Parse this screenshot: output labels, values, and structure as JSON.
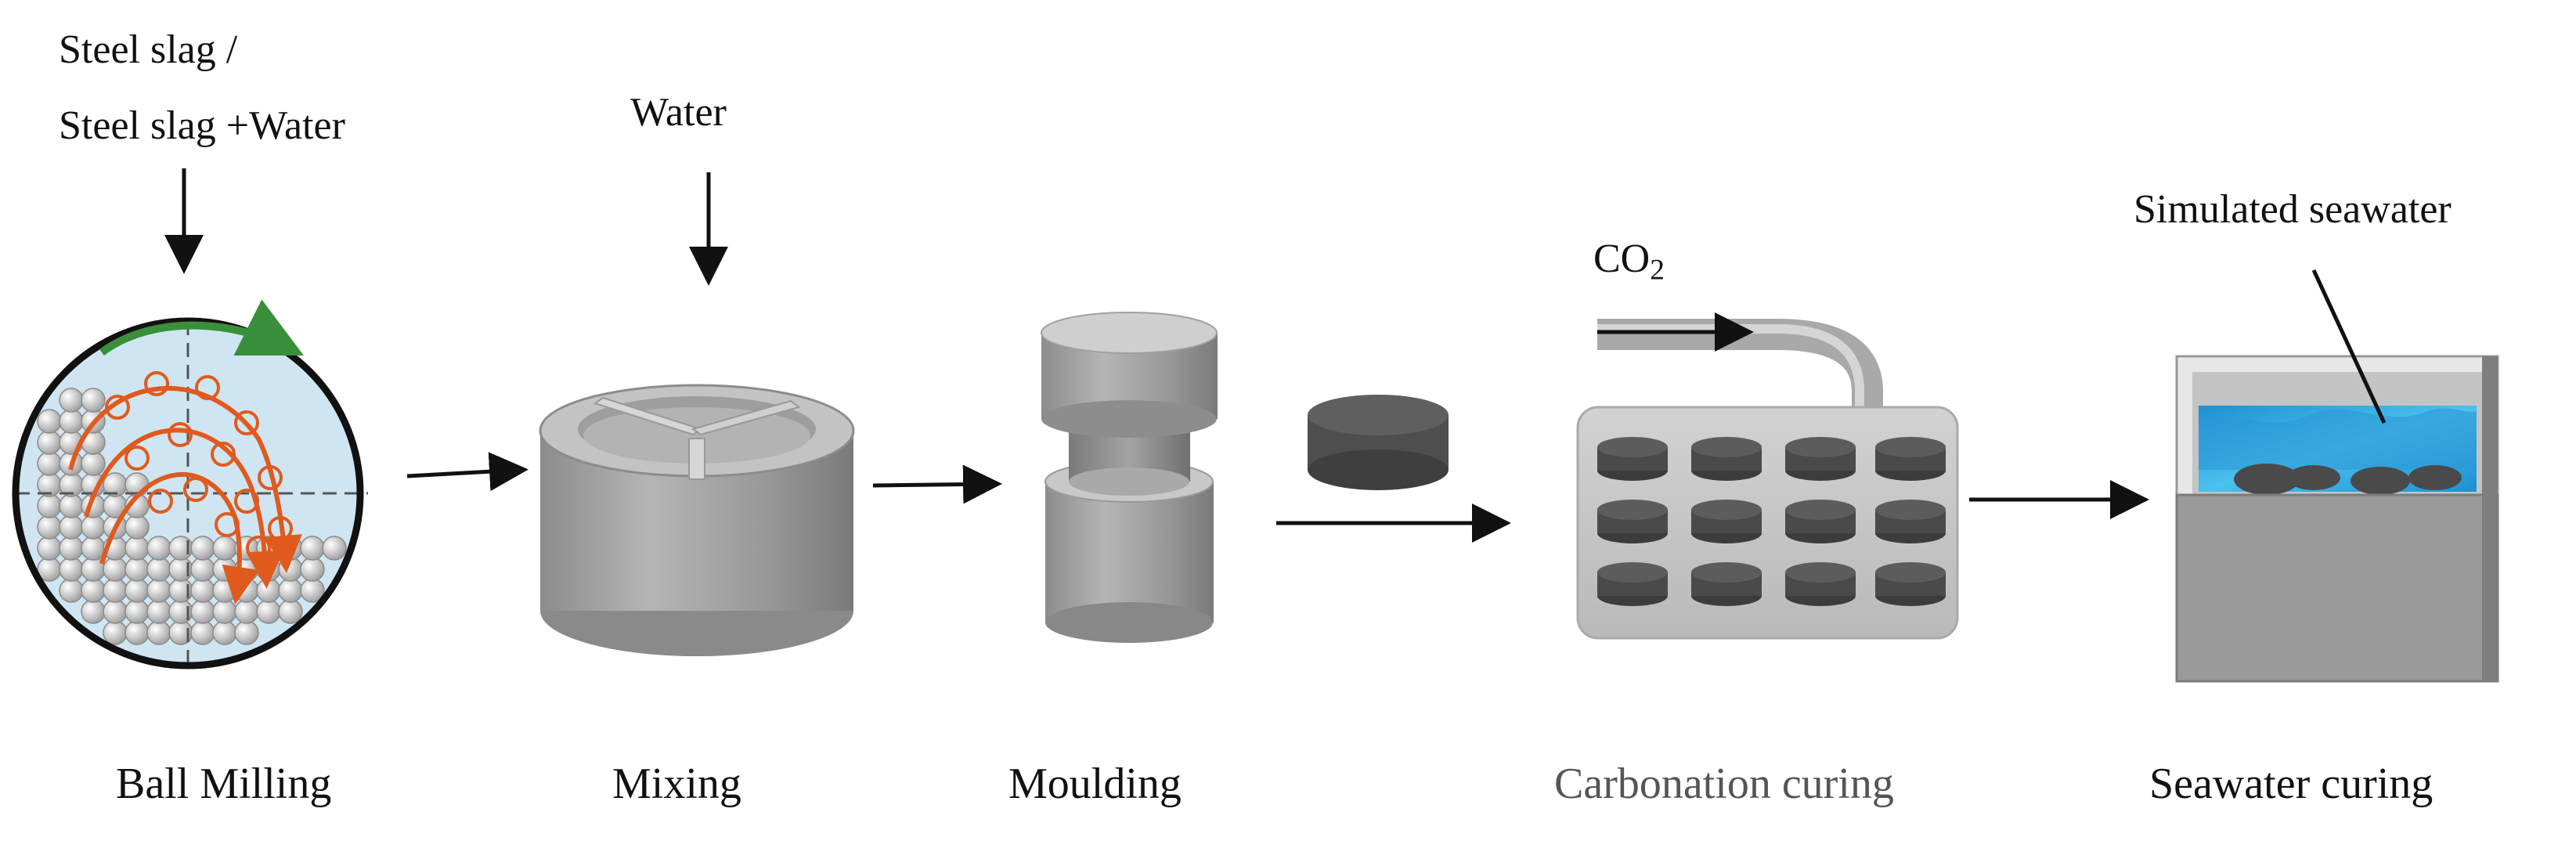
{
  "inputs": {
    "slag_line1": "Steel slag /",
    "slag_line2": "Steel slag +Water",
    "water": "Water",
    "co2_main": "CO",
    "co2_sub": "2",
    "seawater": "Simulated seawater"
  },
  "steps": [
    {
      "label": "Ball Milling"
    },
    {
      "label": "Mixing"
    },
    {
      "label": "Moulding"
    },
    {
      "label": "Carbonation curing"
    },
    {
      "label": "Seawater curing"
    }
  ],
  "colors": {
    "metal": "#9a9a9a",
    "metal_dark": "#6e6e6e",
    "metal_light": "#c9c9c9",
    "specimen": "#4a4a4a",
    "mill_inside": "#cfe6f2",
    "mill_arrows": "#e05a1e",
    "rotation_arrow": "#3a8f3a",
    "seawater": "#35a8e0"
  }
}
